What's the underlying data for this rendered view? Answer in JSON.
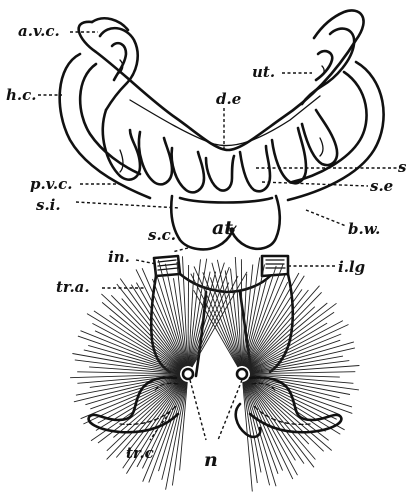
{
  "labels": {
    "avc": "a.v.c.",
    "hc": "h.c.",
    "ut": "ut.",
    "de": "d.e",
    "s": "s",
    "se": "s.e",
    "pvc": "p.v.c.",
    "si": "s.i.",
    "bw": "b.w.",
    "sc": "s.c.",
    "at": "at",
    "in": "in.",
    "ilg": "i.lg",
    "tra": "tr.a.",
    "trc": "tr.c",
    "n": "n"
  }
}
